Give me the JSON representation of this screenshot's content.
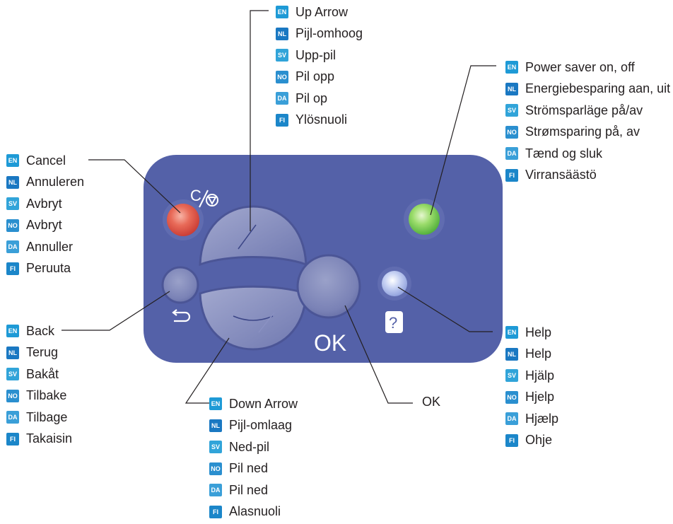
{
  "panel": {
    "ok_label": "OK",
    "cancel_symbol": "C",
    "help_symbol": "?"
  },
  "colors": {
    "panel": "#5461a8",
    "badge": "#1e9ad6",
    "cancel_button": "#e0574b",
    "power_button": "#7fcf5a",
    "help_button": "#b9c7ef"
  },
  "callouts": {
    "up_arrow": [
      {
        "code": "EN",
        "text": "Up Arrow"
      },
      {
        "code": "NL",
        "text": "Pijl-omhoog"
      },
      {
        "code": "SV",
        "text": "Upp-pil"
      },
      {
        "code": "NO",
        "text": "Pil opp"
      },
      {
        "code": "DA",
        "text": "Pil op"
      },
      {
        "code": "FI",
        "text": "Ylösnuoli"
      }
    ],
    "power": [
      {
        "code": "EN",
        "text": "Power saver on, off"
      },
      {
        "code": "NL",
        "text": "Energiebesparing aan, uit"
      },
      {
        "code": "SV",
        "text": "Strömsparläge på/av"
      },
      {
        "code": "NO",
        "text": "Strømsparing på, av"
      },
      {
        "code": "DA",
        "text": "Tænd og sluk"
      },
      {
        "code": "FI",
        "text": "Virransäästö"
      }
    ],
    "cancel": [
      {
        "code": "EN",
        "text": "Cancel"
      },
      {
        "code": "NL",
        "text": "Annuleren"
      },
      {
        "code": "SV",
        "text": "Avbryt"
      },
      {
        "code": "NO",
        "text": "Avbryt"
      },
      {
        "code": "DA",
        "text": "Annuller"
      },
      {
        "code": "FI",
        "text": "Peruuta"
      }
    ],
    "back": [
      {
        "code": "EN",
        "text": "Back"
      },
      {
        "code": "NL",
        "text": "Terug"
      },
      {
        "code": "SV",
        "text": "Bakåt"
      },
      {
        "code": "NO",
        "text": "Tilbake"
      },
      {
        "code": "DA",
        "text": "Tilbage"
      },
      {
        "code": "FI",
        "text": "Takaisin"
      }
    ],
    "down_arrow": [
      {
        "code": "EN",
        "text": "Down Arrow"
      },
      {
        "code": "NL",
        "text": "Pijl-omlaag"
      },
      {
        "code": "SV",
        "text": "Ned-pil"
      },
      {
        "code": "NO",
        "text": "Pil ned"
      },
      {
        "code": "DA",
        "text": "Pil ned"
      },
      {
        "code": "FI",
        "text": "Alasnuoli"
      }
    ],
    "help": [
      {
        "code": "EN",
        "text": "Help"
      },
      {
        "code": "NL",
        "text": "Help"
      },
      {
        "code": "SV",
        "text": "Hjälp"
      },
      {
        "code": "NO",
        "text": "Hjelp"
      },
      {
        "code": "DA",
        "text": "Hjælp"
      },
      {
        "code": "FI",
        "text": "Ohje"
      }
    ],
    "ok": "OK"
  }
}
